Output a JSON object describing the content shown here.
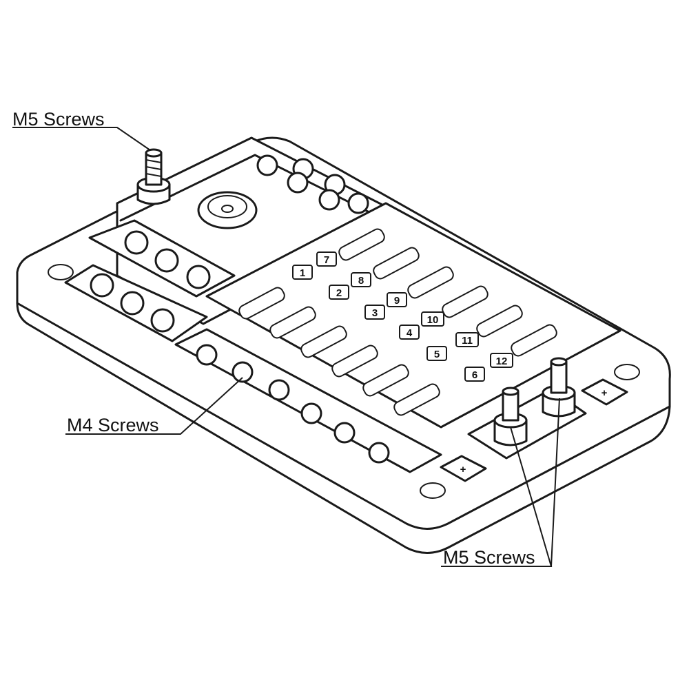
{
  "labels": {
    "m5_top": "M5 Screws",
    "m4": "M4 Screws",
    "m5_bottom": "M5 Screws"
  },
  "fuse_numbers": {
    "left_column": [
      "1",
      "2",
      "3",
      "4",
      "5",
      "6"
    ],
    "right_column": [
      "7",
      "8",
      "9",
      "10",
      "11",
      "12"
    ]
  },
  "terminal_symbols": {
    "positive": "+"
  },
  "colors": {
    "line": "#1a1a1a",
    "background": "#ffffff"
  }
}
